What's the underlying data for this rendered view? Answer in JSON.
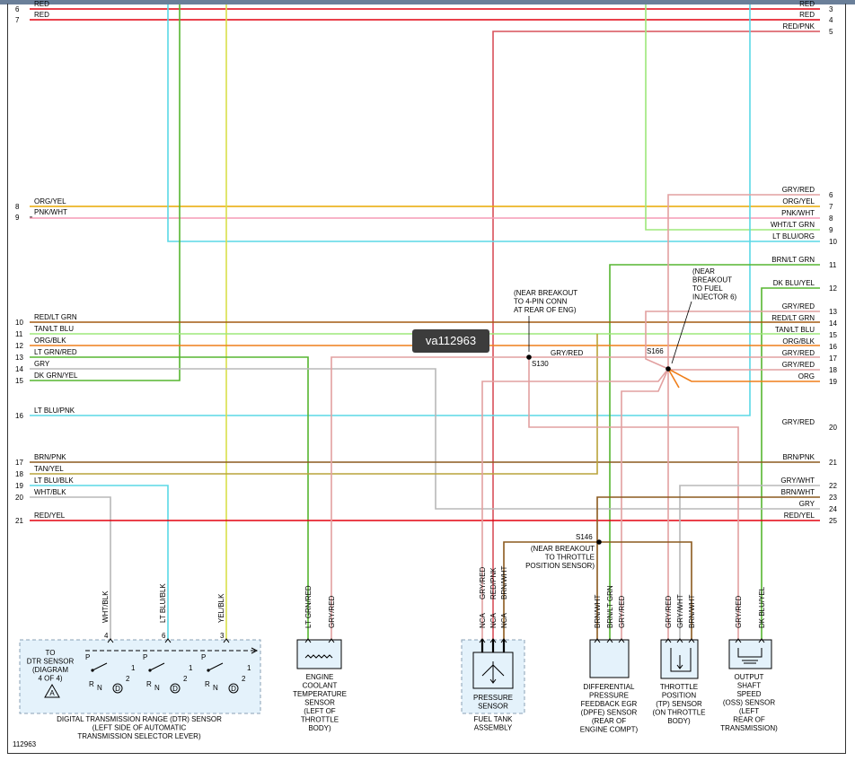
{
  "watermark": "va112963",
  "figure_id": "112963",
  "colors": {
    "red": "#e3000f",
    "red_pnk": "#d9505a",
    "org_yel": "#e8a800",
    "pnk_wht": "#f59ab5",
    "lt_blu": "#5ad8e6",
    "lt_grn": "#9de87a",
    "grn": "#56b630",
    "yel": "#d8e04a",
    "brn": "#8c5a1e",
    "tan": "#b9a33a",
    "org": "#ef7e1a",
    "gry": "#b8b8b8",
    "gry_red": "#e2a0a0",
    "blu_dk": "#1a5a7a",
    "red_grn": "#a45a10",
    "connector_fill": "#e4f2fb",
    "connector_border": "#8aa0b4"
  },
  "left_wires": [
    {
      "num": "6",
      "label": "RED"
    },
    {
      "num": "7",
      "label": "RED"
    },
    {
      "num": "8",
      "label": "ORG/YEL"
    },
    {
      "num": "9",
      "label": "PNK/WHT"
    },
    {
      "num": "10",
      "label": "RED/LT GRN"
    },
    {
      "num": "11",
      "label": "TAN/LT BLU"
    },
    {
      "num": "12",
      "label": "ORG/BLK"
    },
    {
      "num": "13",
      "label": "LT GRN/RED"
    },
    {
      "num": "14",
      "label": "GRY"
    },
    {
      "num": "15",
      "label": "DK GRN/YEL"
    },
    {
      "num": "16",
      "label": "LT BLU/PNK"
    },
    {
      "num": "17",
      "label": "BRN/PNK"
    },
    {
      "num": "18",
      "label": "TAN/YEL"
    },
    {
      "num": "19",
      "label": "LT BLU/BLK"
    },
    {
      "num": "20",
      "label": "WHT/BLK"
    },
    {
      "num": "21",
      "label": "RED/YEL"
    }
  ],
  "right_wires": [
    {
      "num": "3",
      "label": "RED"
    },
    {
      "num": "4",
      "label": "RED"
    },
    {
      "num": "5",
      "label": "RED/PNK"
    },
    {
      "num": "6",
      "label": "GRY/RED"
    },
    {
      "num": "7",
      "label": "ORG/YEL"
    },
    {
      "num": "8",
      "label": "PNK/WHT"
    },
    {
      "num": "9",
      "label": "WHT/LT GRN"
    },
    {
      "num": "10",
      "label": "LT BLU/ORG"
    },
    {
      "num": "11",
      "label": "BRN/LT GRN"
    },
    {
      "num": "12",
      "label": "DK BLU/YEL"
    },
    {
      "num": "13",
      "label": "GRY/RED"
    },
    {
      "num": "14",
      "label": "RED/LT GRN"
    },
    {
      "num": "15",
      "label": "TAN/LT BLU"
    },
    {
      "num": "16",
      "label": "ORG/BLK"
    },
    {
      "num": "17",
      "label": "GRY/RED"
    },
    {
      "num": "18",
      "label": "GRY/RED"
    },
    {
      "num": "19",
      "label": "ORG"
    },
    {
      "num": "20",
      "label": "GRY/RED"
    },
    {
      "num": "21",
      "label": "BRN/PNK"
    },
    {
      "num": "22",
      "label": "GRY/WHT"
    },
    {
      "num": "23",
      "label": "BRN/WHT"
    },
    {
      "num": "24",
      "label": "GRY"
    },
    {
      "num": "25",
      "label": "RED/YEL"
    }
  ],
  "splices": {
    "s130": {
      "id": "S130",
      "wire": "GRY/RED",
      "note": [
        "(NEAR BREAKOUT",
        "TO 4-PIN CONN",
        "AT REAR OF ENG)"
      ]
    },
    "s166": {
      "id": "S166",
      "note": [
        "(NEAR",
        "BREAKOUT",
        "TO FUEL",
        "INJECTOR 6)"
      ]
    },
    "s146": {
      "id": "S146",
      "note": [
        "(NEAR BREAKOUT",
        "TO THROTTLE",
        "POSITION SENSOR)"
      ]
    }
  },
  "components": {
    "dtr": {
      "pins": [
        "4",
        "6",
        "3"
      ],
      "wires": [
        "WHT/BLK",
        "LT BLU/BLK",
        "YEL/BLK"
      ],
      "ref": [
        "TO",
        "DTR SENSOR",
        "(DIAGRAM",
        "4 OF 4)"
      ],
      "marker": "A",
      "positions": [
        "P",
        "R",
        "N",
        "D",
        "1",
        "2"
      ],
      "caption": [
        "DIGITAL TRANSMISSION RANGE (DTR) SENSOR",
        "(LEFT SIDE OF AUTOMATIC",
        "TRANSMISSION SELECTOR LEVER)"
      ]
    },
    "ect": {
      "wires": [
        "LT GRN/RED",
        "GRY/RED"
      ],
      "caption": [
        "ENGINE",
        "COOLANT",
        "TEMPERATURE",
        "SENSOR",
        "(LEFT OF",
        "THROTTLE",
        "BODY)"
      ]
    },
    "pressure": {
      "wires": [
        "GRY/RED",
        "RED/PNK",
        "BRN/WHT"
      ],
      "nca": [
        "NCA",
        "NCA",
        "NCA"
      ],
      "label": [
        "PRESSURE",
        "SENSOR"
      ],
      "caption": [
        "FUEL TANK",
        "ASSEMBLY"
      ]
    },
    "dpfe": {
      "wires": [
        "BRN/WHT",
        "BRN/LT GRN",
        "GRY/RED"
      ],
      "caption": [
        "DIFFERENTIAL",
        "PRESSURE",
        "FEEDBACK EGR",
        "(DPFE) SENSOR",
        "(REAR OF",
        "ENGINE COMPT)"
      ]
    },
    "tp": {
      "wires": [
        "GRY/RED",
        "GRY/WHT",
        "BRN/WHT"
      ],
      "caption": [
        "THROTTLE",
        "POSITION",
        "(TP) SENSOR",
        "(ON THROTTLE",
        "BODY)"
      ]
    },
    "oss": {
      "wires": [
        "GRY/RED",
        "DK BLU/YEL"
      ],
      "caption": [
        "OUTPUT",
        "SHAFT",
        "SPEED",
        "(OSS) SENSOR",
        "(LEFT",
        "REAR OF",
        "TRANSMISSION)"
      ]
    }
  }
}
